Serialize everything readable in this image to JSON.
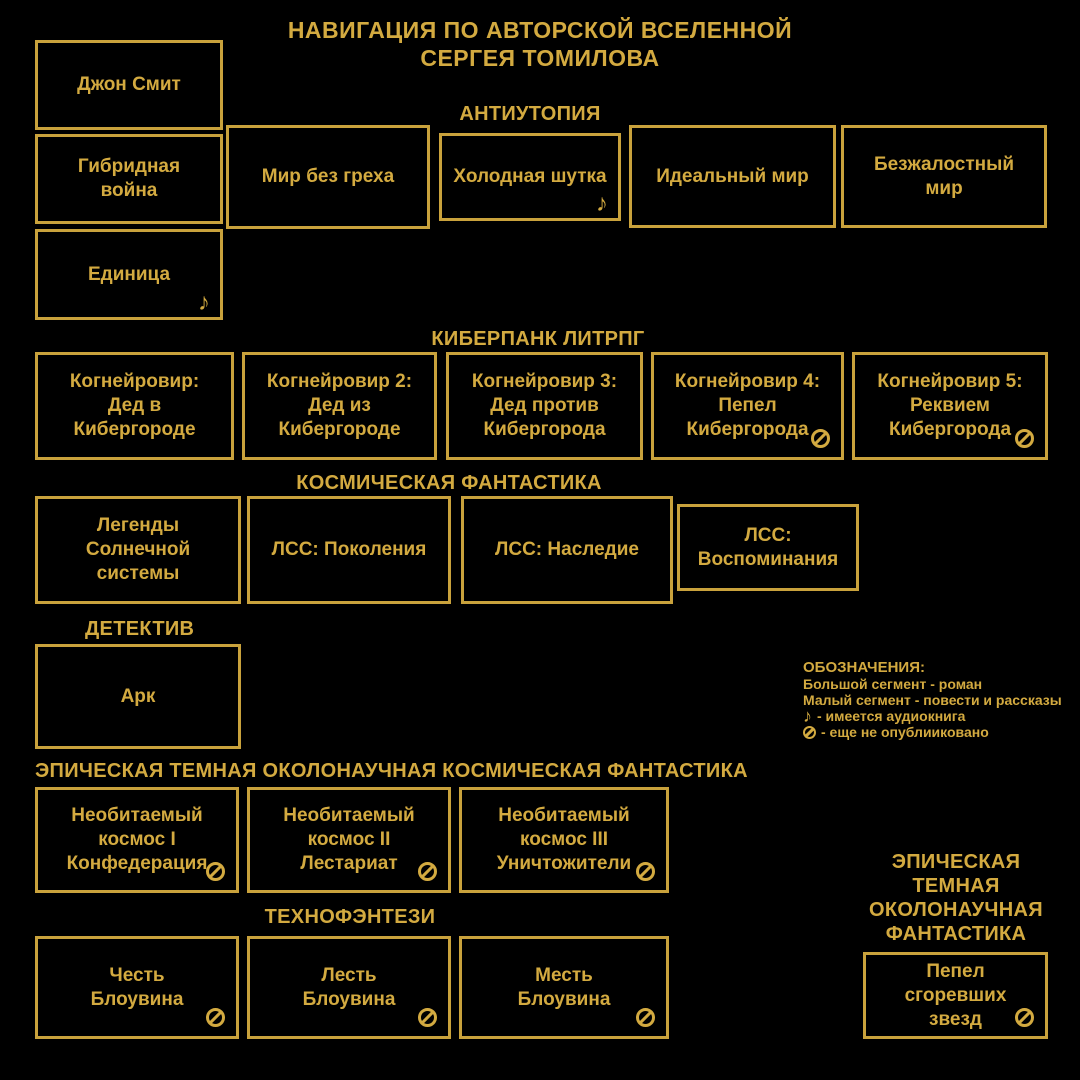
{
  "colors": {
    "background": "#000000",
    "gold": "#c9a23c"
  },
  "title": "НАВИГАЦИЯ ПО АВТОРСКОЙ ВСЕЛЕННОЙ\nСЕРГЕЯ ТОМИЛОВА",
  "standalone": {
    "boxes": [
      {
        "title": "Джон Смит"
      },
      {
        "title": "Гибридная\nвойна"
      },
      {
        "title": "Единица",
        "audiobook": true
      }
    ]
  },
  "sections": [
    {
      "header": "АНТИУТОПИЯ",
      "boxes": [
        {
          "title": "Мир без греха"
        },
        {
          "title": "Холодная шутка",
          "audiobook": true
        },
        {
          "title": "Идеальный мир"
        },
        {
          "title": "Безжалостный мир"
        }
      ]
    },
    {
      "header": "КИБЕРПАНК ЛИТРПГ",
      "boxes": [
        {
          "title": "Когнейровир:\nДед в Кибергороде"
        },
        {
          "title": "Когнейровир 2:\nДед из\nКибергороде"
        },
        {
          "title": "Когнейровир 3:\nДед против\nКибергорода"
        },
        {
          "title": "Когнейровир 4:\nПепел\nКибергорода",
          "unpublished": true
        },
        {
          "title": "Когнейровир 5:\nРеквием\nКибергорода",
          "unpublished": true
        }
      ]
    },
    {
      "header": "КОСМИЧЕСКАЯ ФАНТАСТИКА",
      "boxes": [
        {
          "title": "Легенды Солнечной\nсистемы"
        },
        {
          "title": "ЛСС: Поколения"
        },
        {
          "title": "ЛСС: Наследие"
        },
        {
          "title": "ЛСС:\nВоспоминания"
        }
      ]
    },
    {
      "header": "ДЕТЕКТИВ",
      "boxes": [
        {
          "title": "Арк"
        }
      ]
    },
    {
      "header": "ЭПИЧЕСКАЯ ТЕМНАЯ ОКОЛОНАУЧНАЯ КОСМИЧЕСКАЯ ФАНТАСТИКА",
      "boxes": [
        {
          "title": "Необитаемый\nкосмос I\nКонфедерация",
          "unpublished": true
        },
        {
          "title": "Необитаемый\nкосмос II\nЛестариат",
          "unpublished": true
        },
        {
          "title": "Необитаемый\nкосмос III\nУничтожители",
          "unpublished": true
        }
      ]
    },
    {
      "header": "ТЕХНОФЭНТЕЗИ",
      "boxes": [
        {
          "title": "Честь\nБлоувина",
          "unpublished": true
        },
        {
          "title": "Лесть\nБлоувина",
          "unpublished": true
        },
        {
          "title": "Месть\nБлоувина",
          "unpublished": true
        }
      ]
    },
    {
      "header": "ЭПИЧЕСКАЯ\nТЕМНАЯ\nОКОЛОНАУЧНАЯ\nФАНТАСТИКА",
      "boxes": [
        {
          "title": "Пепел\nсгоревших\nзвезд",
          "unpublished": true
        }
      ]
    }
  ],
  "legend": {
    "header": "ОБОЗНАЧЕНИЯ:",
    "lines": [
      {
        "label": "Большой сегмент - роман"
      },
      {
        "label": "Малый сегмент - повести и рассказы"
      },
      {
        "icon": "music-note",
        "label": "- имеется аудиокнига"
      },
      {
        "icon": "not-published",
        "label": "- еще не опублииковано"
      }
    ],
    "music_glyph": "♪"
  }
}
